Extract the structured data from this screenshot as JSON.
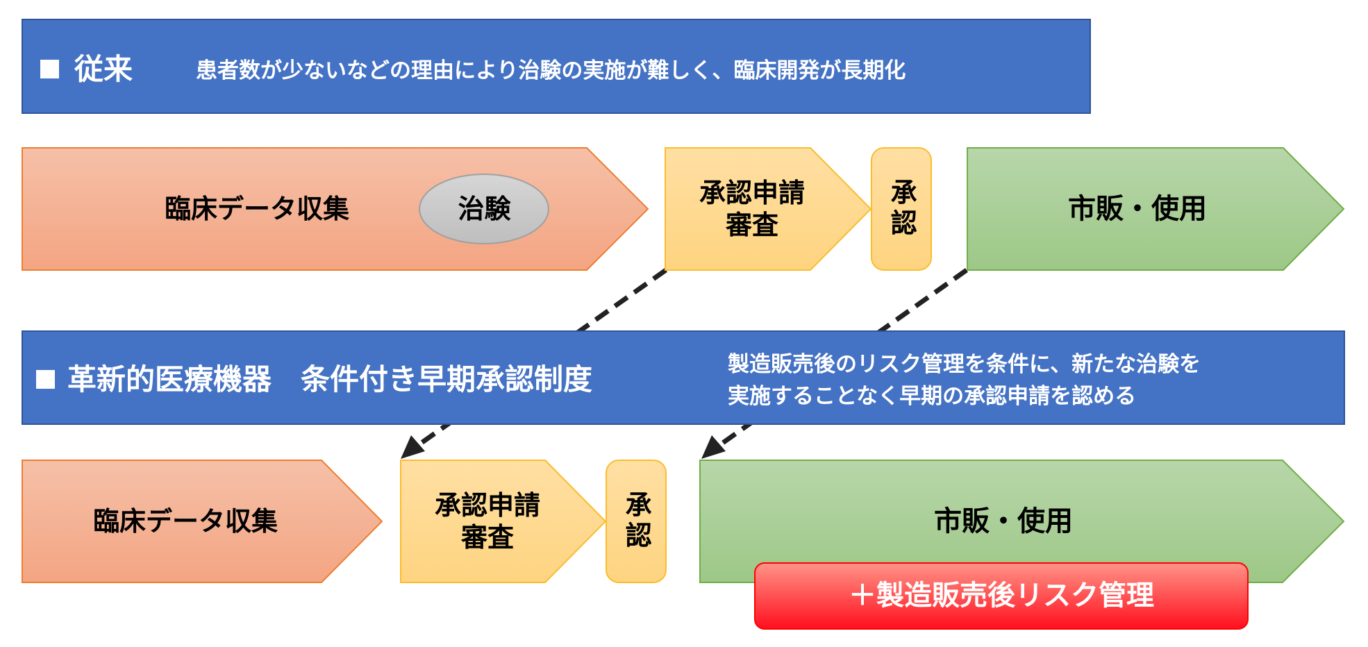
{
  "colors": {
    "banner_fill": "#4472C4",
    "banner_border": "#2F5597",
    "collect_fill_top": "#F5C0A8",
    "collect_fill_bottom": "#F4A582",
    "collect_border": "#ED7D31",
    "review_fill_top": "#FFDFA3",
    "review_fill_bottom": "#FED480",
    "review_border": "#FBBC2D",
    "market_fill_top": "#B8D6AA",
    "market_fill_bottom": "#9DC887",
    "market_border": "#70AD47",
    "trial_fill": "#C8C8C8",
    "trial_border": "#A0A0A0",
    "risk_fill_top": "#FF9488",
    "risk_fill_bottom": "#FF0F1E",
    "risk_border": "#FF0000",
    "arrow": "#222222"
  },
  "conventional": {
    "marker_icon": "white-square-icon",
    "title": "従来",
    "description": "患者数が少ないなどの理由により治験の実施が難しく、臨床開発が長期化",
    "steps": {
      "data_collection": "臨床データ収集",
      "trial": "治験",
      "review": [
        "承認申請",
        "審査"
      ],
      "approval": "承認",
      "market": "市販・使用"
    }
  },
  "conditional": {
    "marker_icon": "white-square-icon",
    "title": "革新的医療機器　条件付き早期承認制度",
    "description": [
      "製造販売後のリスク管理を条件に、新たな治験を",
      "実施することなく早期の承認申請を認める"
    ],
    "steps": {
      "data_collection": "臨床データ収集",
      "review": [
        "承認申請",
        "審査"
      ],
      "approval": "承認",
      "market": "市販・使用",
      "risk_management": "＋製造販売後リスク管理"
    }
  },
  "connectors": [
    {
      "from": "conventional.review",
      "to": "conditional.review",
      "style": "dashed-arrow"
    },
    {
      "from": "conventional.market",
      "to": "conditional.market",
      "style": "dashed-arrow"
    }
  ]
}
